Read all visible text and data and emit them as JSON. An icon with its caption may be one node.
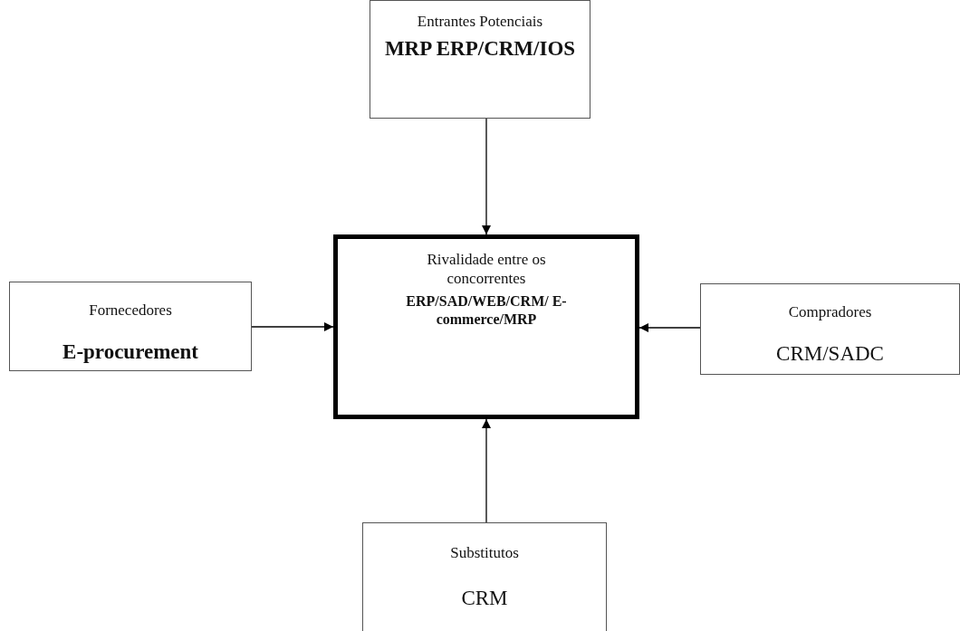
{
  "diagram": {
    "nodes": [
      {
        "text": [
          "Entrantes Potenciais",
          "MRP ERP/CRM/IOS"
        ]
      },
      {
        "text": [
          "Fornecedores",
          "E-procurement"
        ]
      },
      {
        "text": [
          "Rivalidade entre os concorrentes",
          "ERP/SAD/WEB/CRM/ E-commerce/MRP"
        ]
      },
      {
        "text": [
          "Compradores",
          "CRM/SADC"
        ]
      },
      {
        "text": [
          "Substitutos",
          "CRM"
        ]
      }
    ],
    "edges": [
      {
        "from": 0,
        "to": 2,
        "arrow": "to"
      },
      {
        "from": 1,
        "to": 2,
        "arrow": "to"
      },
      {
        "from": 3,
        "to": 2,
        "arrow": "to"
      },
      {
        "from": 4,
        "to": 2,
        "arrow": "to"
      }
    ]
  }
}
